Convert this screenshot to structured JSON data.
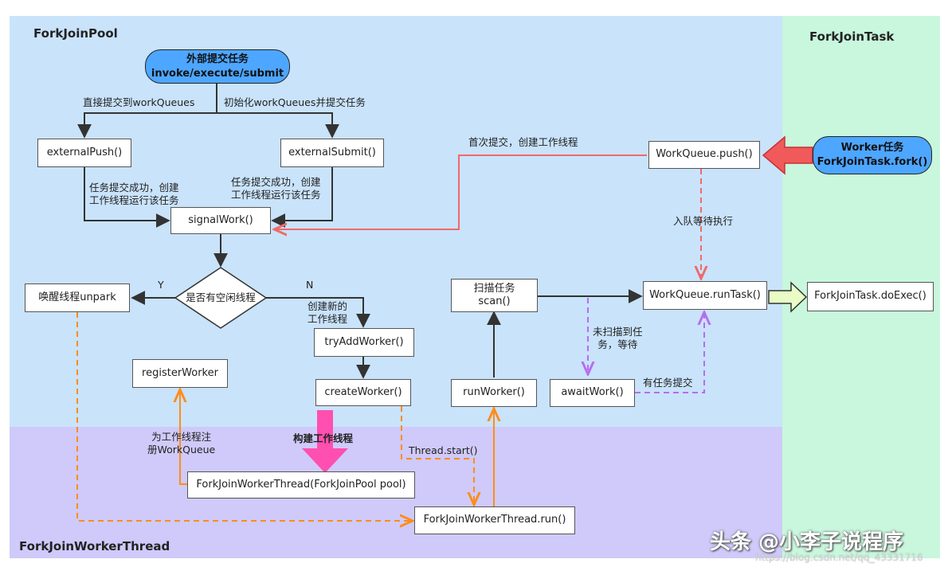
{
  "regions": {
    "pool": "ForkJoinPool",
    "task": "ForkJoinTask",
    "thread": "ForkJoinWorkerThread"
  },
  "nodes": {
    "external_submit_line1": "外部提交任务",
    "external_submit_line2": "invoke/execute/submit",
    "external_push": "externalPush()",
    "external_submit_fn": "externalSubmit()",
    "signal_work": "signalWork()",
    "decision": "是否有空闲线程",
    "unpark": "唤醒线程unpark",
    "try_add_worker": "tryAddWorker()",
    "create_worker": "createWorker()",
    "register_worker": "registerWorker",
    "fjwt_ctor": "ForkJoinWorkerThread(ForkJoinPool pool)",
    "fjwt_run": "ForkJoinWorkerThread.run()",
    "run_worker": "runWorker()",
    "scan_line1": "扫描任务",
    "scan_line2": "scan()",
    "await_work": "awaitWork()",
    "run_task": "WorkQueue.runTask()",
    "push": "WorkQueue.push()",
    "worker_task_line1": "Worker任务",
    "worker_task_line2": "ForkJoinTask.fork()",
    "do_exec": "ForkJoinTask.doExec()"
  },
  "labels": {
    "direct_submit": "直接提交到workQueues",
    "init_submit": "初始化workQueues并提交任务",
    "success_left_1": "任务提交成功，创建",
    "success_left_2": "工作线程运行该任务",
    "success_right_1": "任务提交成功，创建",
    "success_right_2": "工作线程运行该任务",
    "first_submit": "首次提交，创建工作线程",
    "enqueue_wait": "入队等待执行",
    "yes": "Y",
    "no": "N",
    "create_new_1": "创建新的",
    "create_new_2": "工作线程",
    "no_task_1": "未扫描到任",
    "no_task_2": "务，等待",
    "has_task": "有任务提交",
    "register_1": "为工作线程注",
    "register_2": "册WorkQueue",
    "build_thread": "构建工作线程",
    "thread_start": "Thread.start()"
  },
  "watermark": {
    "text": "头条 @小李子说程序",
    "url": "https://blog.csdn.net/qq_43331716"
  },
  "colors": {
    "pool_bg": "#c9e3fb",
    "task_bg": "#c8f7dd",
    "thread_bg": "#cfcafa",
    "orange": "#ff8c1a",
    "red": "#f06a6a",
    "purple": "#b76cf0",
    "pink": "#ff4fb0"
  }
}
